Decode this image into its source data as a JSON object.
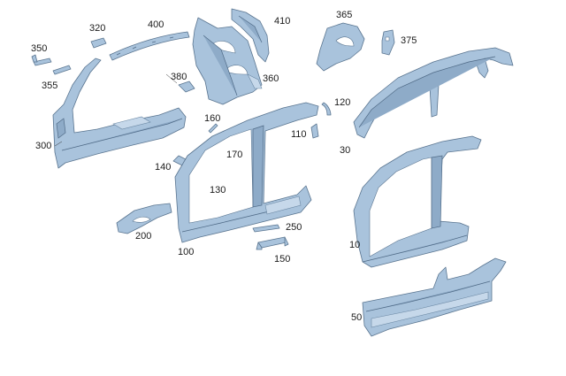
{
  "diagram": {
    "labels": {
      "p320": "320",
      "p400": "400",
      "p410": "410",
      "p365": "365",
      "p375": "375",
      "p350": "350",
      "p355": "355",
      "p380": "380",
      "p360": "360",
      "p120": "120",
      "p160": "160",
      "p110": "110",
      "p300": "300",
      "p140": "140",
      "p170": "170",
      "p130": "130",
      "p30": "30",
      "p200": "200",
      "p250": "250",
      "p100": "100",
      "p150": "150",
      "p10": "10",
      "p50": "50"
    },
    "colors": {
      "part_fill": "#a9c3dc",
      "part_edge": "#5a7590",
      "background": "#ffffff"
    }
  }
}
